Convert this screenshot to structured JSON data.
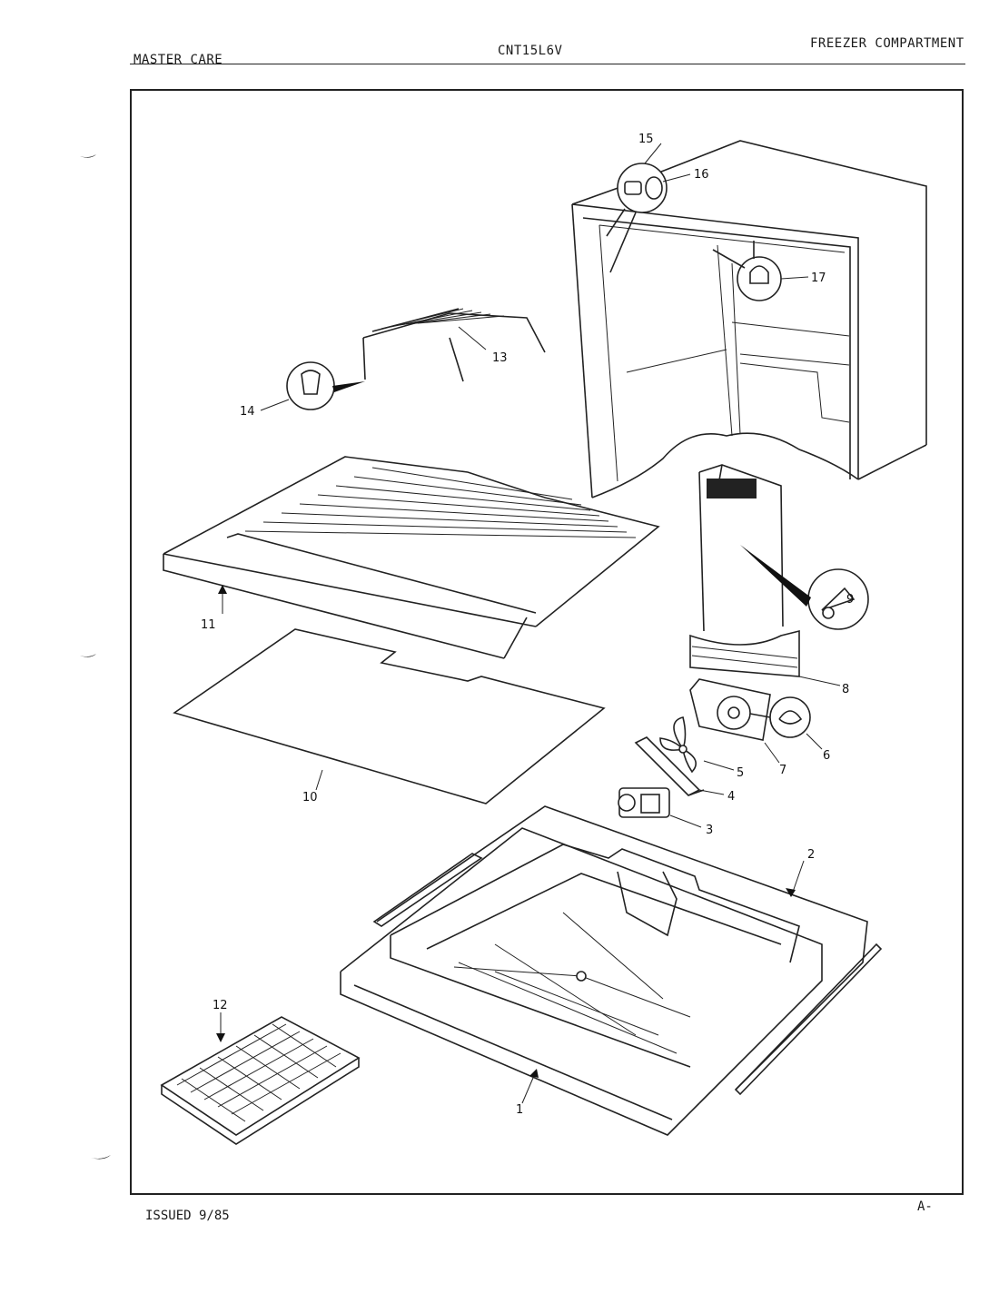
{
  "header": {
    "left": "MASTER CARE",
    "center": "CNT15L6V",
    "right": "FREEZER COMPARTMENT"
  },
  "footer": {
    "issued": "ISSUED 9/85",
    "code": "A-"
  },
  "callouts": {
    "p1": "1",
    "p2": "2",
    "p3": "3",
    "p4": "4",
    "p5": "5",
    "p6": "6",
    "p7": "7",
    "p8": "8",
    "p9": "9",
    "p10": "10",
    "p11": "11",
    "p12": "12",
    "p13": "13",
    "p14": "14",
    "p15": "15",
    "p16": "16",
    "p17": "17"
  }
}
